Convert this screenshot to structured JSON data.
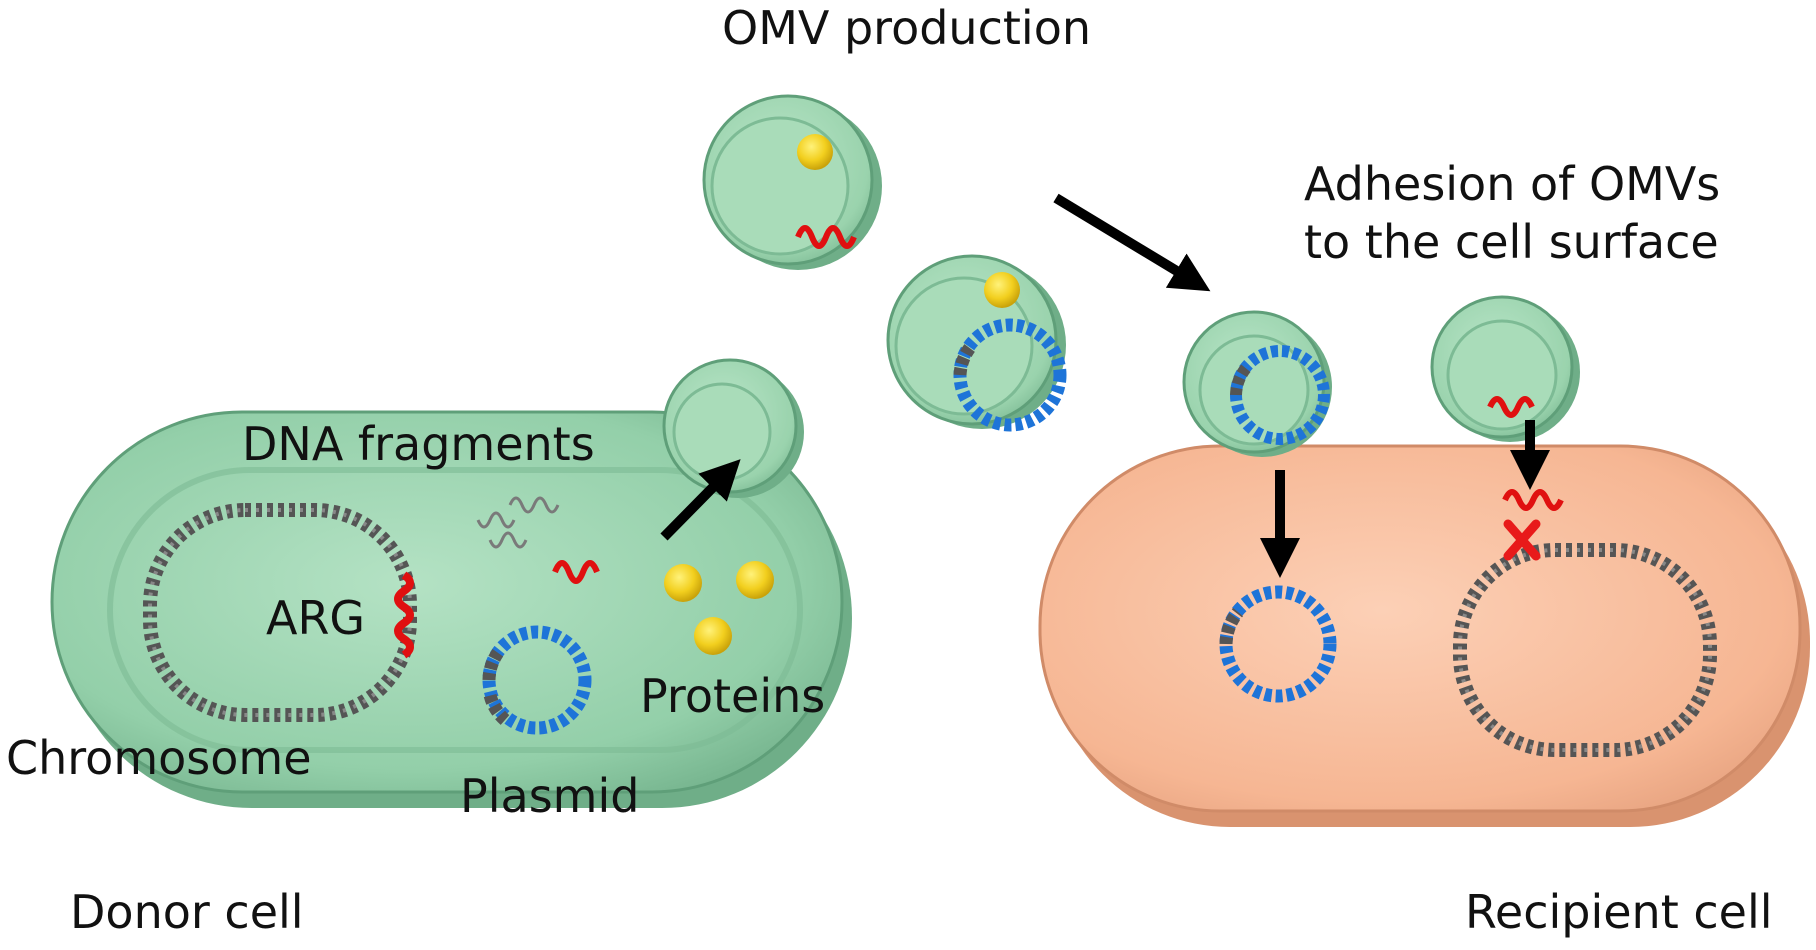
{
  "labels": {
    "omv_production": "OMV production",
    "adhesion_line1": "Adhesion of OMVs",
    "adhesion_line2": "to the cell surface",
    "dna_fragments": "DNA fragments",
    "arg": "ARG",
    "proteins": "Proteins",
    "chromosome": "Chromosome",
    "plasmid": "Plasmid",
    "donor_cell": "Donor cell",
    "recipient_cell": "Recipient cell"
  },
  "colors": {
    "donor_cell": "#8ccaa3",
    "vesicle": "#9ed4b0",
    "recipient_cell": "#f7b896",
    "plasmid_dna": "#1e74d8",
    "chromosome_dna": "#555555",
    "arg_dna": "#e01010",
    "protein": "#f2cf1e",
    "arrow": "#000000",
    "block_mark": "#e81a1a"
  }
}
